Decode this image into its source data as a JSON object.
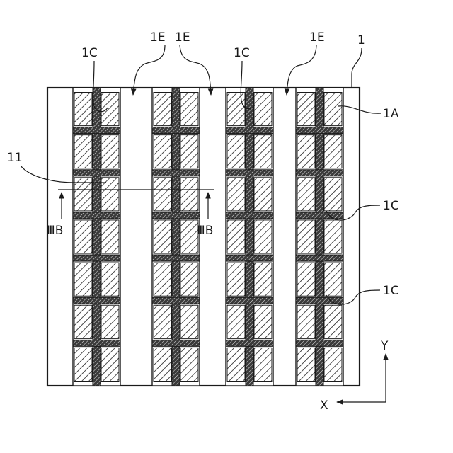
{
  "figure": {
    "labels": {
      "element_1": "1",
      "element_1A": "1A",
      "element_1C": "1C",
      "element_1E": "1E",
      "element_11": "11",
      "section_line": "ⅢB",
      "axis_x": "X",
      "axis_y": "Y"
    },
    "strips": {
      "count": 4,
      "columns_per_strip": 2,
      "rows": 7
    },
    "colors": {
      "line": "#1a1a1a",
      "background": "#ffffff",
      "hatch_light": "#ffffff",
      "hatch_dark": "#2b2b2b"
    }
  }
}
